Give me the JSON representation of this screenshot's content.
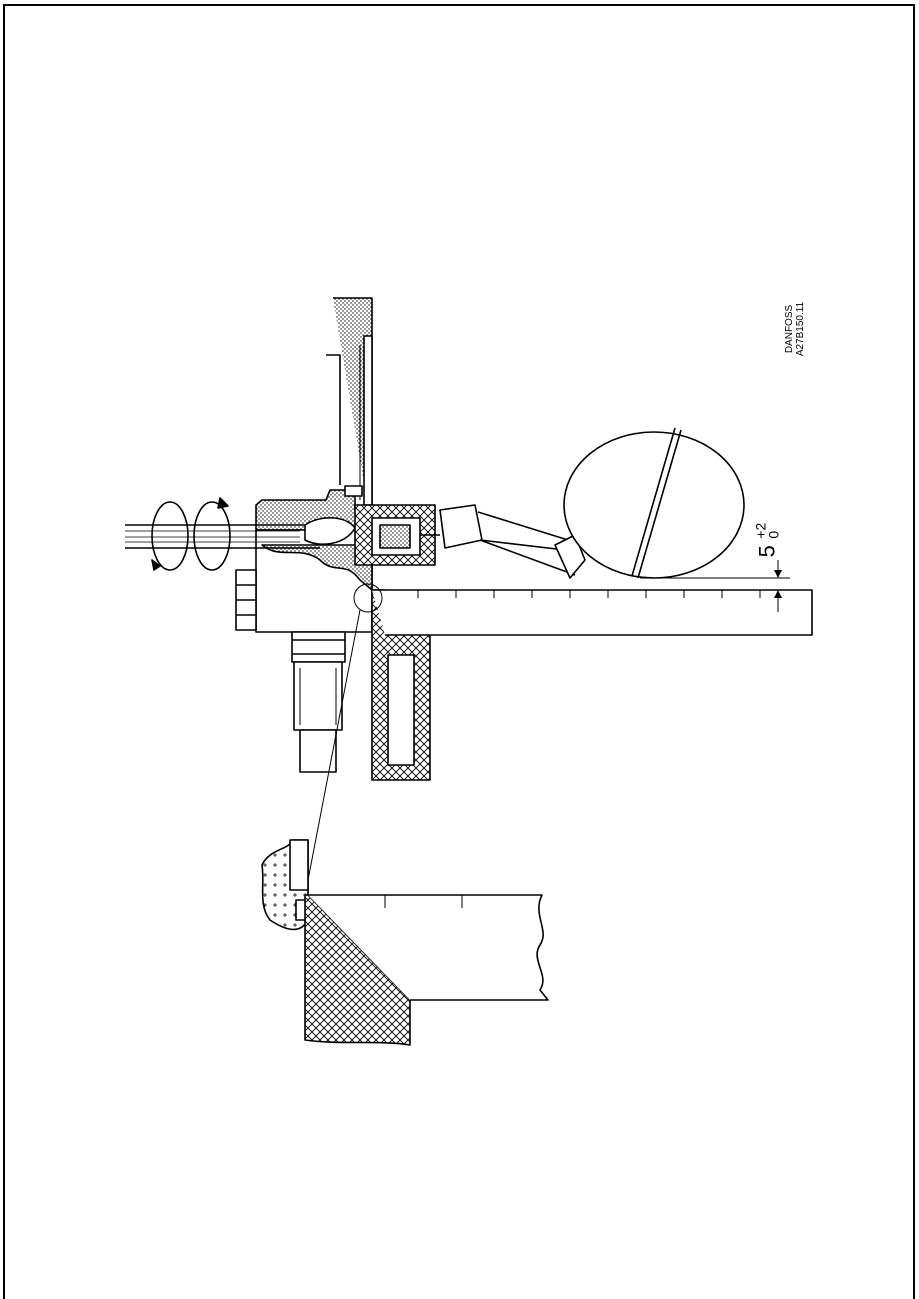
{
  "drawing": {
    "manufacturer": "DANFOSS",
    "drawing_number": "A27B150.11",
    "dimension": {
      "value": "5",
      "tolerance_upper": "+2",
      "tolerance_lower": "0"
    }
  },
  "colors": {
    "ink": "#000000",
    "paper": "#ffffff"
  }
}
